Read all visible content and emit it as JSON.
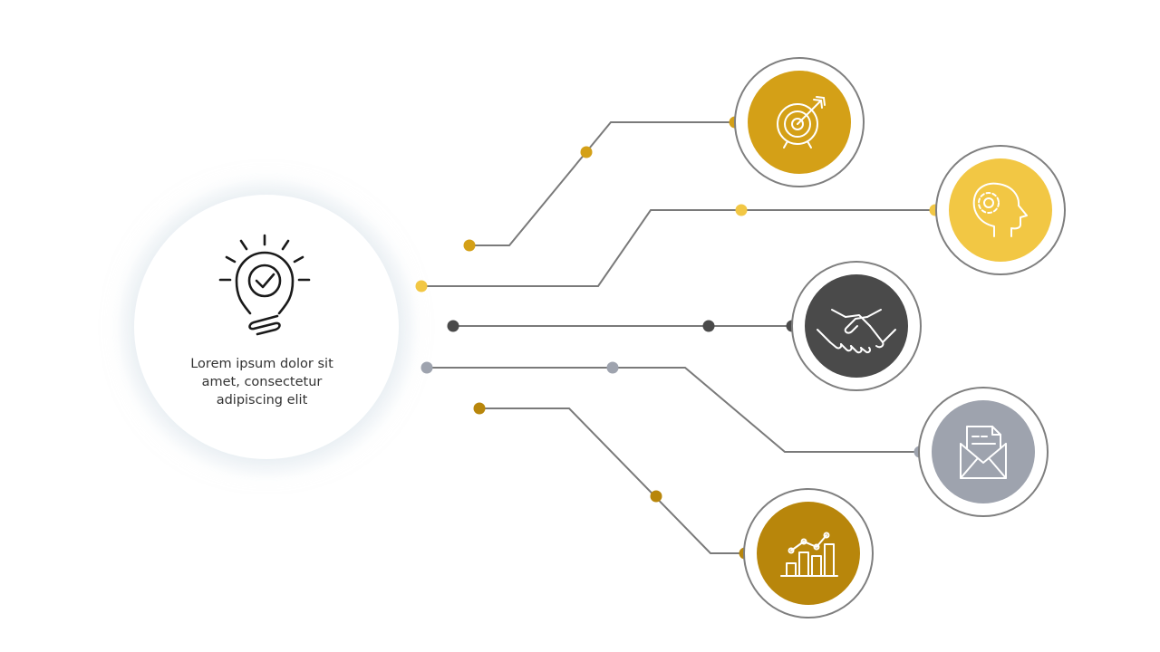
{
  "hub": {
    "icon": "lightbulb-check-icon",
    "text": "Lorem ipsum dolor sit amet, consectetur adipiscing elit"
  },
  "branches": [
    {
      "id": "target",
      "icon": "target-icon",
      "color": "#D4A017"
    },
    {
      "id": "mind",
      "icon": "head-gear-icon",
      "color": "#F2C744"
    },
    {
      "id": "handshake",
      "icon": "handshake-icon",
      "color": "#4A4A4A"
    },
    {
      "id": "mail",
      "icon": "envelope-document-icon",
      "color": "#9EA3AE"
    },
    {
      "id": "chart",
      "icon": "growth-chart-icon",
      "color": "#B8860B"
    }
  ],
  "colors": {
    "line": "#7A7A7A",
    "ring": "#7F7F7F"
  }
}
